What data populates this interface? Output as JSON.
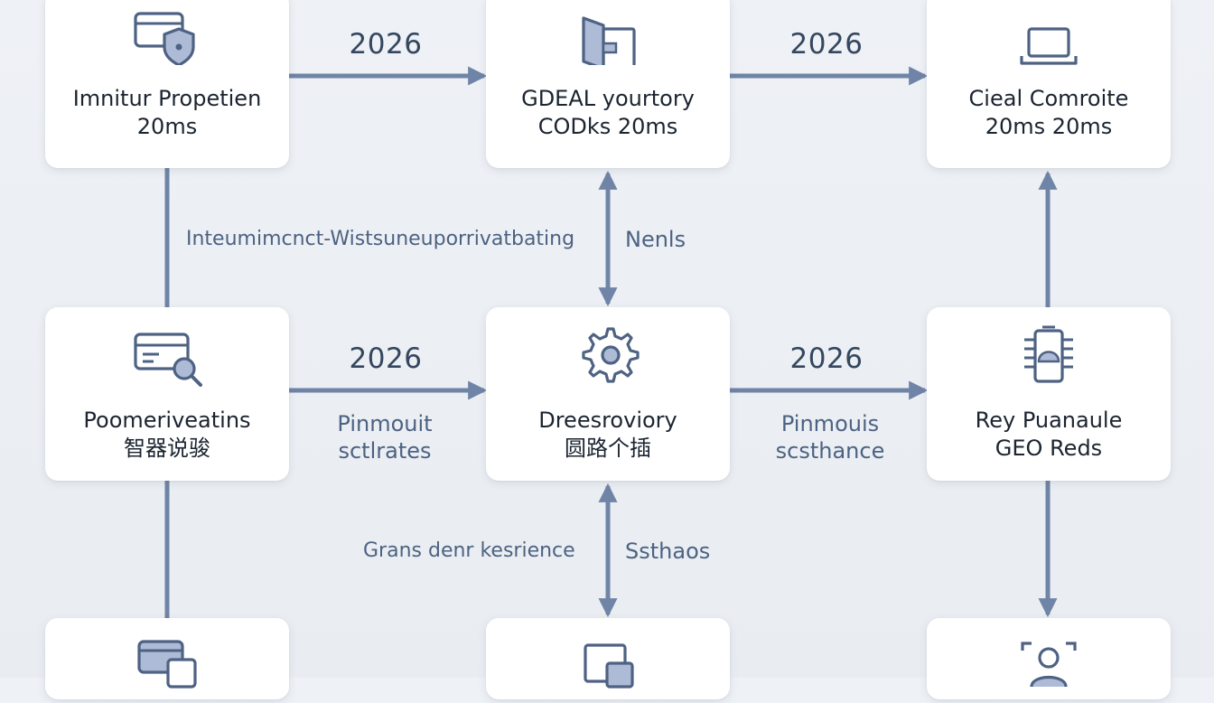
{
  "diagram": {
    "colors": {
      "background": "#eceff4",
      "card": "#ffffff",
      "connector": "#6f84a6",
      "icon_stroke": "#4e6283",
      "icon_fill": "#aebbd7",
      "text": "#1b2430",
      "edge_text": "#4c6282"
    },
    "nodes": [
      {
        "id": "r1c1",
        "label": "Imnitur Propetien\n20ms",
        "icon": "card-shield-icon"
      },
      {
        "id": "r1c2",
        "label": "GDEAL yourtory\nCODks 20ms",
        "icon": "folder-doc-icon"
      },
      {
        "id": "r1c3",
        "label": "Cieal Comroite\n20ms 20ms",
        "icon": "laptop-icon"
      },
      {
        "id": "r2c1",
        "label": "Poomeriveatins\n智器说骏",
        "icon": "card-key-icon"
      },
      {
        "id": "r2c2",
        "label": "Dreesroviory\n圆路个插",
        "icon": "gear-icon"
      },
      {
        "id": "r2c3",
        "label": "Rey Puanaule\nGEO Reds",
        "icon": "chip-icon"
      },
      {
        "id": "r3c1",
        "label": "",
        "icon": "card-device-icon"
      },
      {
        "id": "r3c2",
        "label": "",
        "icon": "document-icon"
      },
      {
        "id": "r3c3",
        "label": "",
        "icon": "user-scan-icon"
      }
    ],
    "edge_labels": {
      "r1_a": "2026",
      "r1_b": "2026",
      "r2_a": "2026",
      "r2_b": "2026",
      "r2_a_sub": "Pinmouit\nsctlrates",
      "r2_b_sub": "Pinmouis\nscsthance",
      "v1_left": "Inteumimcnct-Wistsuneuporrivatbating",
      "v1_right": "Nenls",
      "v2_left": "Grans denr kesrience",
      "v2_right": "Ssthaos"
    }
  }
}
